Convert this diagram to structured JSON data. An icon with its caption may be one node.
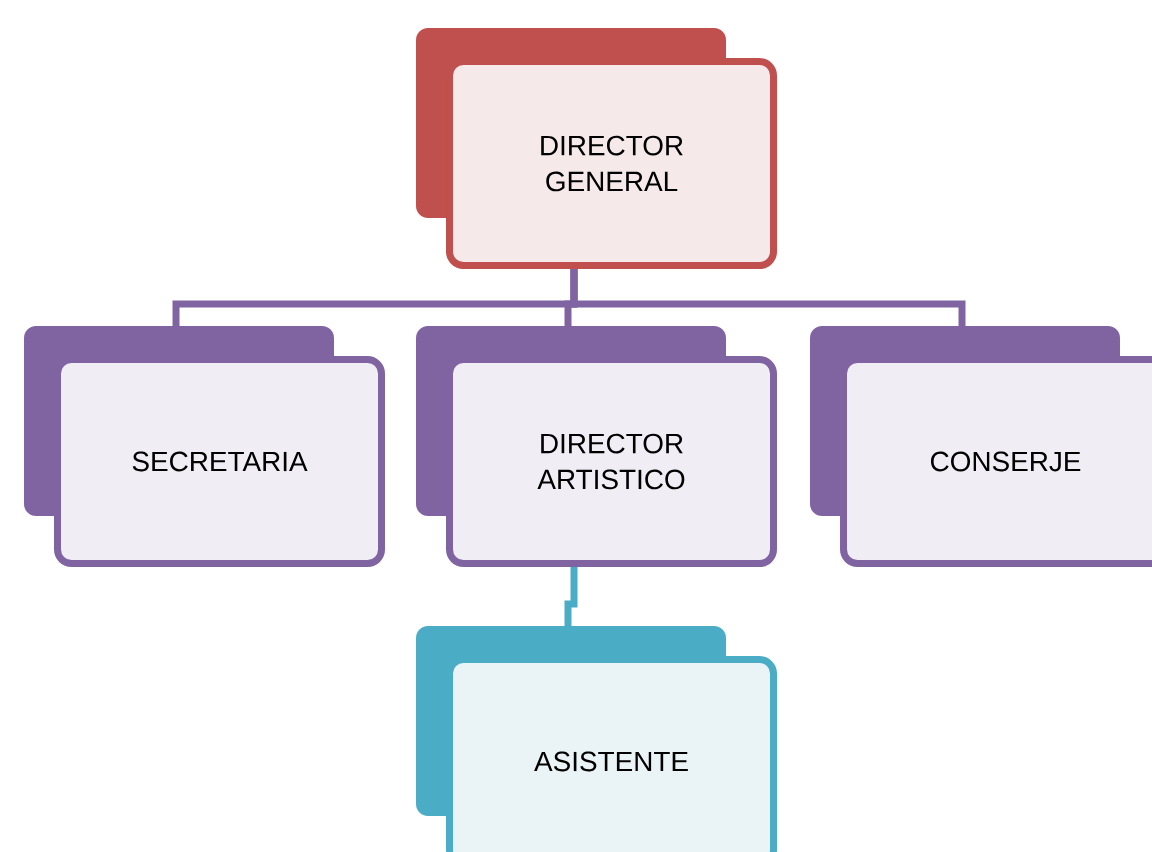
{
  "diagram": {
    "nodes": [
      {
        "text": [
          "DIRECTOR GENERAL"
        ]
      },
      {
        "text": [
          "SECRETARIA"
        ]
      },
      {
        "text": [
          "DIRECTOR ARTISTICO"
        ]
      },
      {
        "text": [
          "CONSERJE"
        ]
      },
      {
        "text": [
          "ASISTENTE"
        ]
      }
    ],
    "edges": [
      {
        "from": 0,
        "to": 1,
        "arrow": "none"
      },
      {
        "from": 0,
        "to": 2,
        "arrow": "none"
      },
      {
        "from": 0,
        "to": 3,
        "arrow": "none"
      },
      {
        "from": 2,
        "to": 4,
        "arrow": "none",
        "color": "#4bacc6"
      }
    ]
  }
}
